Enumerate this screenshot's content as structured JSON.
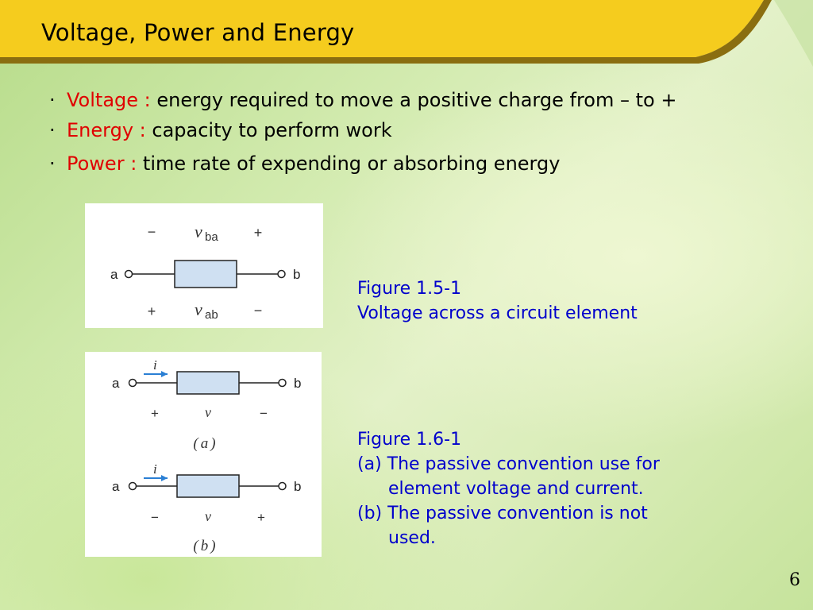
{
  "slide": {
    "title": "Voltage, Power and Energy",
    "page_number": "6"
  },
  "bullets": [
    {
      "term": "Voltage :",
      "text": "energy required to move a positive charge from – to +"
    },
    {
      "term": "Energy :",
      "text": "capacity to perform work"
    },
    {
      "term": "Power :",
      "text": "time rate of expending or absorbing energy"
    }
  ],
  "figure1": {
    "node_a": "a",
    "node_b": "b",
    "top_minus": "−",
    "top_plus": "+",
    "v_ba_main": "v",
    "v_ba_sub": "ba",
    "bottom_plus": "+",
    "bottom_minus": "−",
    "v_ab_main": "v",
    "v_ab_sub": "ab",
    "caption_line1": "Figure 1.5-1",
    "caption_line2": "Voltage across a circuit element"
  },
  "figure2": {
    "a_node_a": "a",
    "a_node_b": "b",
    "a_current": "i",
    "a_plus": "+",
    "a_v": "v",
    "a_minus": "−",
    "a_label": "(a)",
    "b_node_a": "a",
    "b_node_b": "b",
    "b_current": "i",
    "b_minus": "−",
    "b_v": "v",
    "b_plus": "+",
    "b_label": "(b)",
    "caption_line1": "Figure 1.6-1",
    "caption_line2": "(a) The passive convention use for",
    "caption_line3": "element voltage and current.",
    "caption_line4": "(b) The passive convention is not",
    "caption_line5": "used."
  },
  "colors": {
    "title_bar": "#f5cc1e",
    "term_red": "#e00000",
    "caption_blue": "#0000cc",
    "element_fill": "#cfe0f2",
    "arrow_blue": "#2a7fd4"
  }
}
